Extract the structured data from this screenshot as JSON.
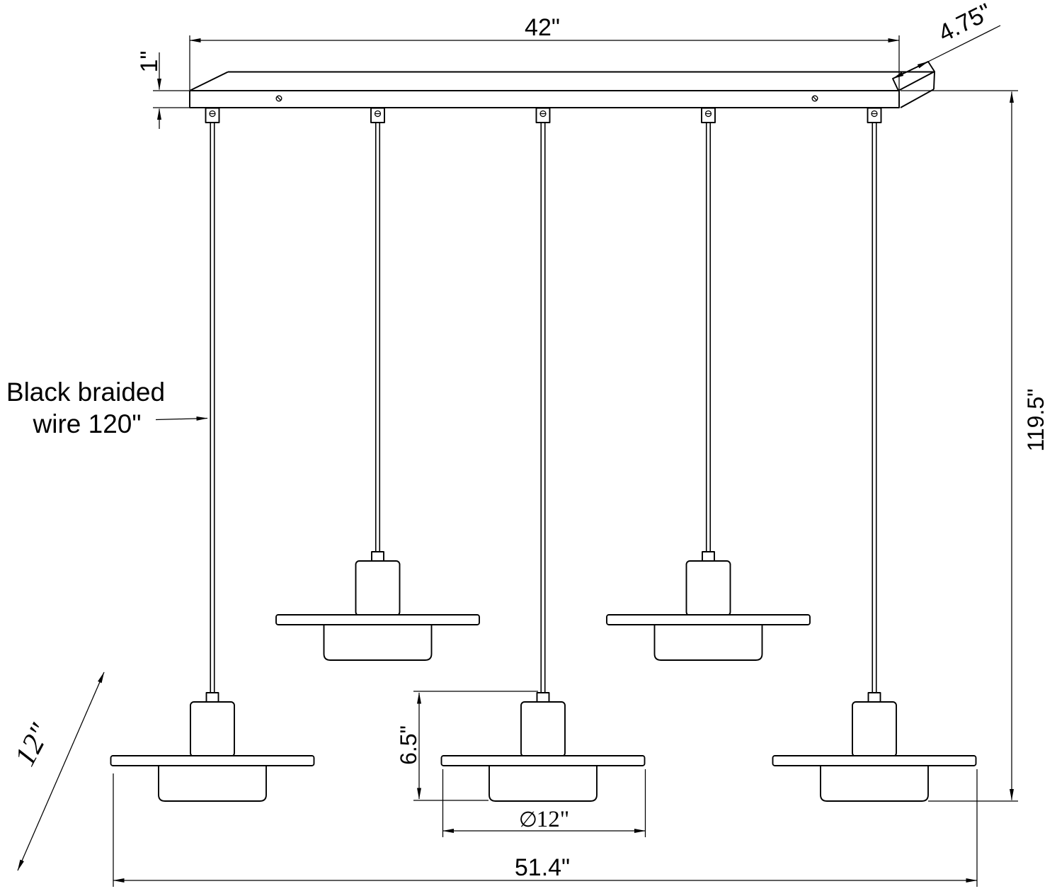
{
  "labels": {
    "bar_length": "42\"",
    "bar_end_depth": "4.75\"",
    "bar_face_height": "1\"",
    "note_line1": "Black braided",
    "note_line2": "wire 120\"",
    "total_drop": "119.5\"",
    "pendant_height": "6.5\"",
    "pendant_diameter_symbol": "∅",
    "pendant_diameter": "12\"",
    "overall_length": "51.4\"",
    "pendant_diameter_oblique": "12\""
  },
  "colors": {
    "line": "#000000",
    "background": "#ffffff"
  }
}
